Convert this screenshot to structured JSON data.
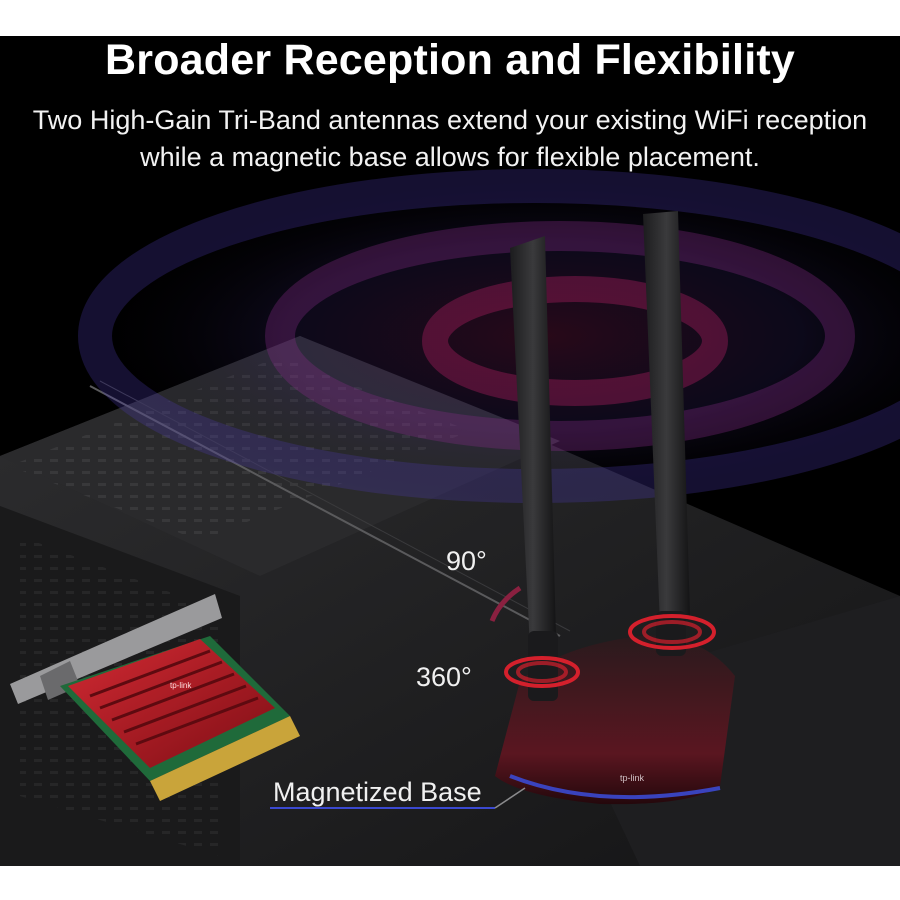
{
  "heading": {
    "title": "Broader Reception and Flexibility",
    "subtitle": "Two High-Gain Tri-Band antennas extend your existing WiFi reception while a magnetic base allows for flexible placement."
  },
  "callouts": {
    "tilt": "90°",
    "rotate": "360°",
    "base": "Magnetized Base"
  },
  "brand_mark": "tp-link",
  "colors": {
    "background": "#000000",
    "page": "#ffffff",
    "text": "#ffffff",
    "accent_red": "#c5202b",
    "signal_blue": "#3a4cc8",
    "signal_magenta": "#a0205e"
  }
}
